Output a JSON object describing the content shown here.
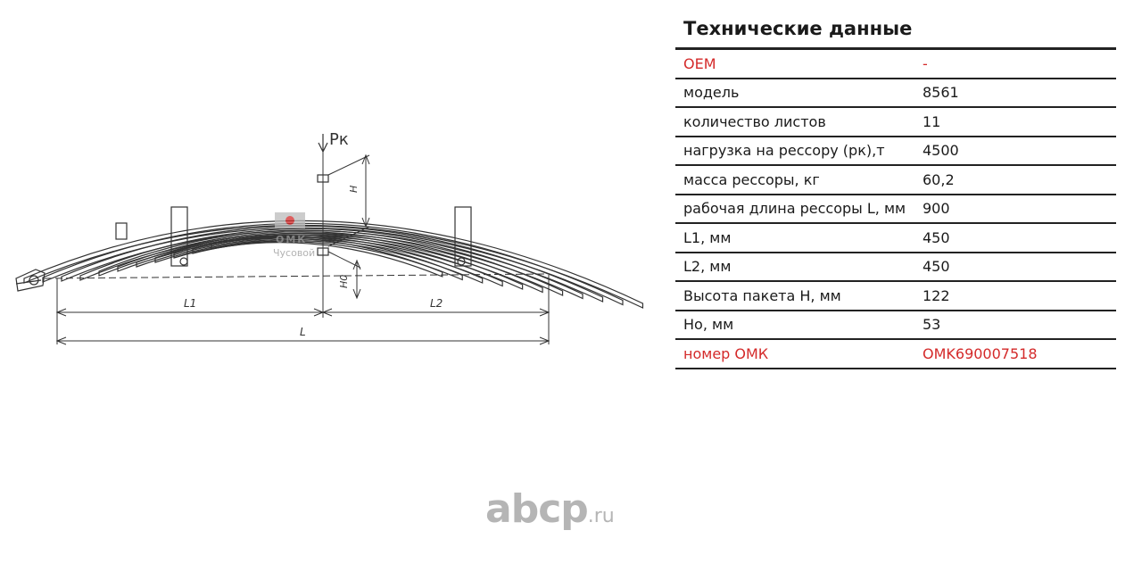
{
  "specs": {
    "title": "Технические данные",
    "rows": [
      {
        "label": "OEM",
        "value": "-",
        "highlight": true
      },
      {
        "label": "модель",
        "value": "8561",
        "highlight": false
      },
      {
        "label": "количество листов",
        "value": "11",
        "highlight": false
      },
      {
        "label": "нагрузка на рессору (рк),т",
        "value": "4500",
        "highlight": false
      },
      {
        "label": "масса рессоры, кг",
        "value": "60,2",
        "highlight": false
      },
      {
        "label": "рабочая длина рессоры L, мм",
        "value": "900",
        "highlight": false
      },
      {
        "label": "L1, мм",
        "value": "450",
        "highlight": false
      },
      {
        "label": "L2, мм",
        "value": "450",
        "highlight": false
      },
      {
        "label": "Высота пакета H, мм",
        "value": "122",
        "highlight": false
      },
      {
        "label": "Ho, мм",
        "value": "53",
        "highlight": false
      },
      {
        "label": "номер ОМК",
        "value": "OMK690007518",
        "highlight": true
      }
    ]
  },
  "diagram": {
    "force_label": "Pк",
    "dim_H": "H",
    "dim_H0": "H0",
    "dim_L1": "L1",
    "dim_L2": "L2",
    "dim_L": "L",
    "watermark_brand": "ОМК",
    "watermark_city": "Чусовой"
  },
  "logo": {
    "main": "abcp",
    "tld": ".ru"
  },
  "colors": {
    "accent": "#d42a2a",
    "line": "#333333",
    "logo": "#b5b5b5"
  }
}
